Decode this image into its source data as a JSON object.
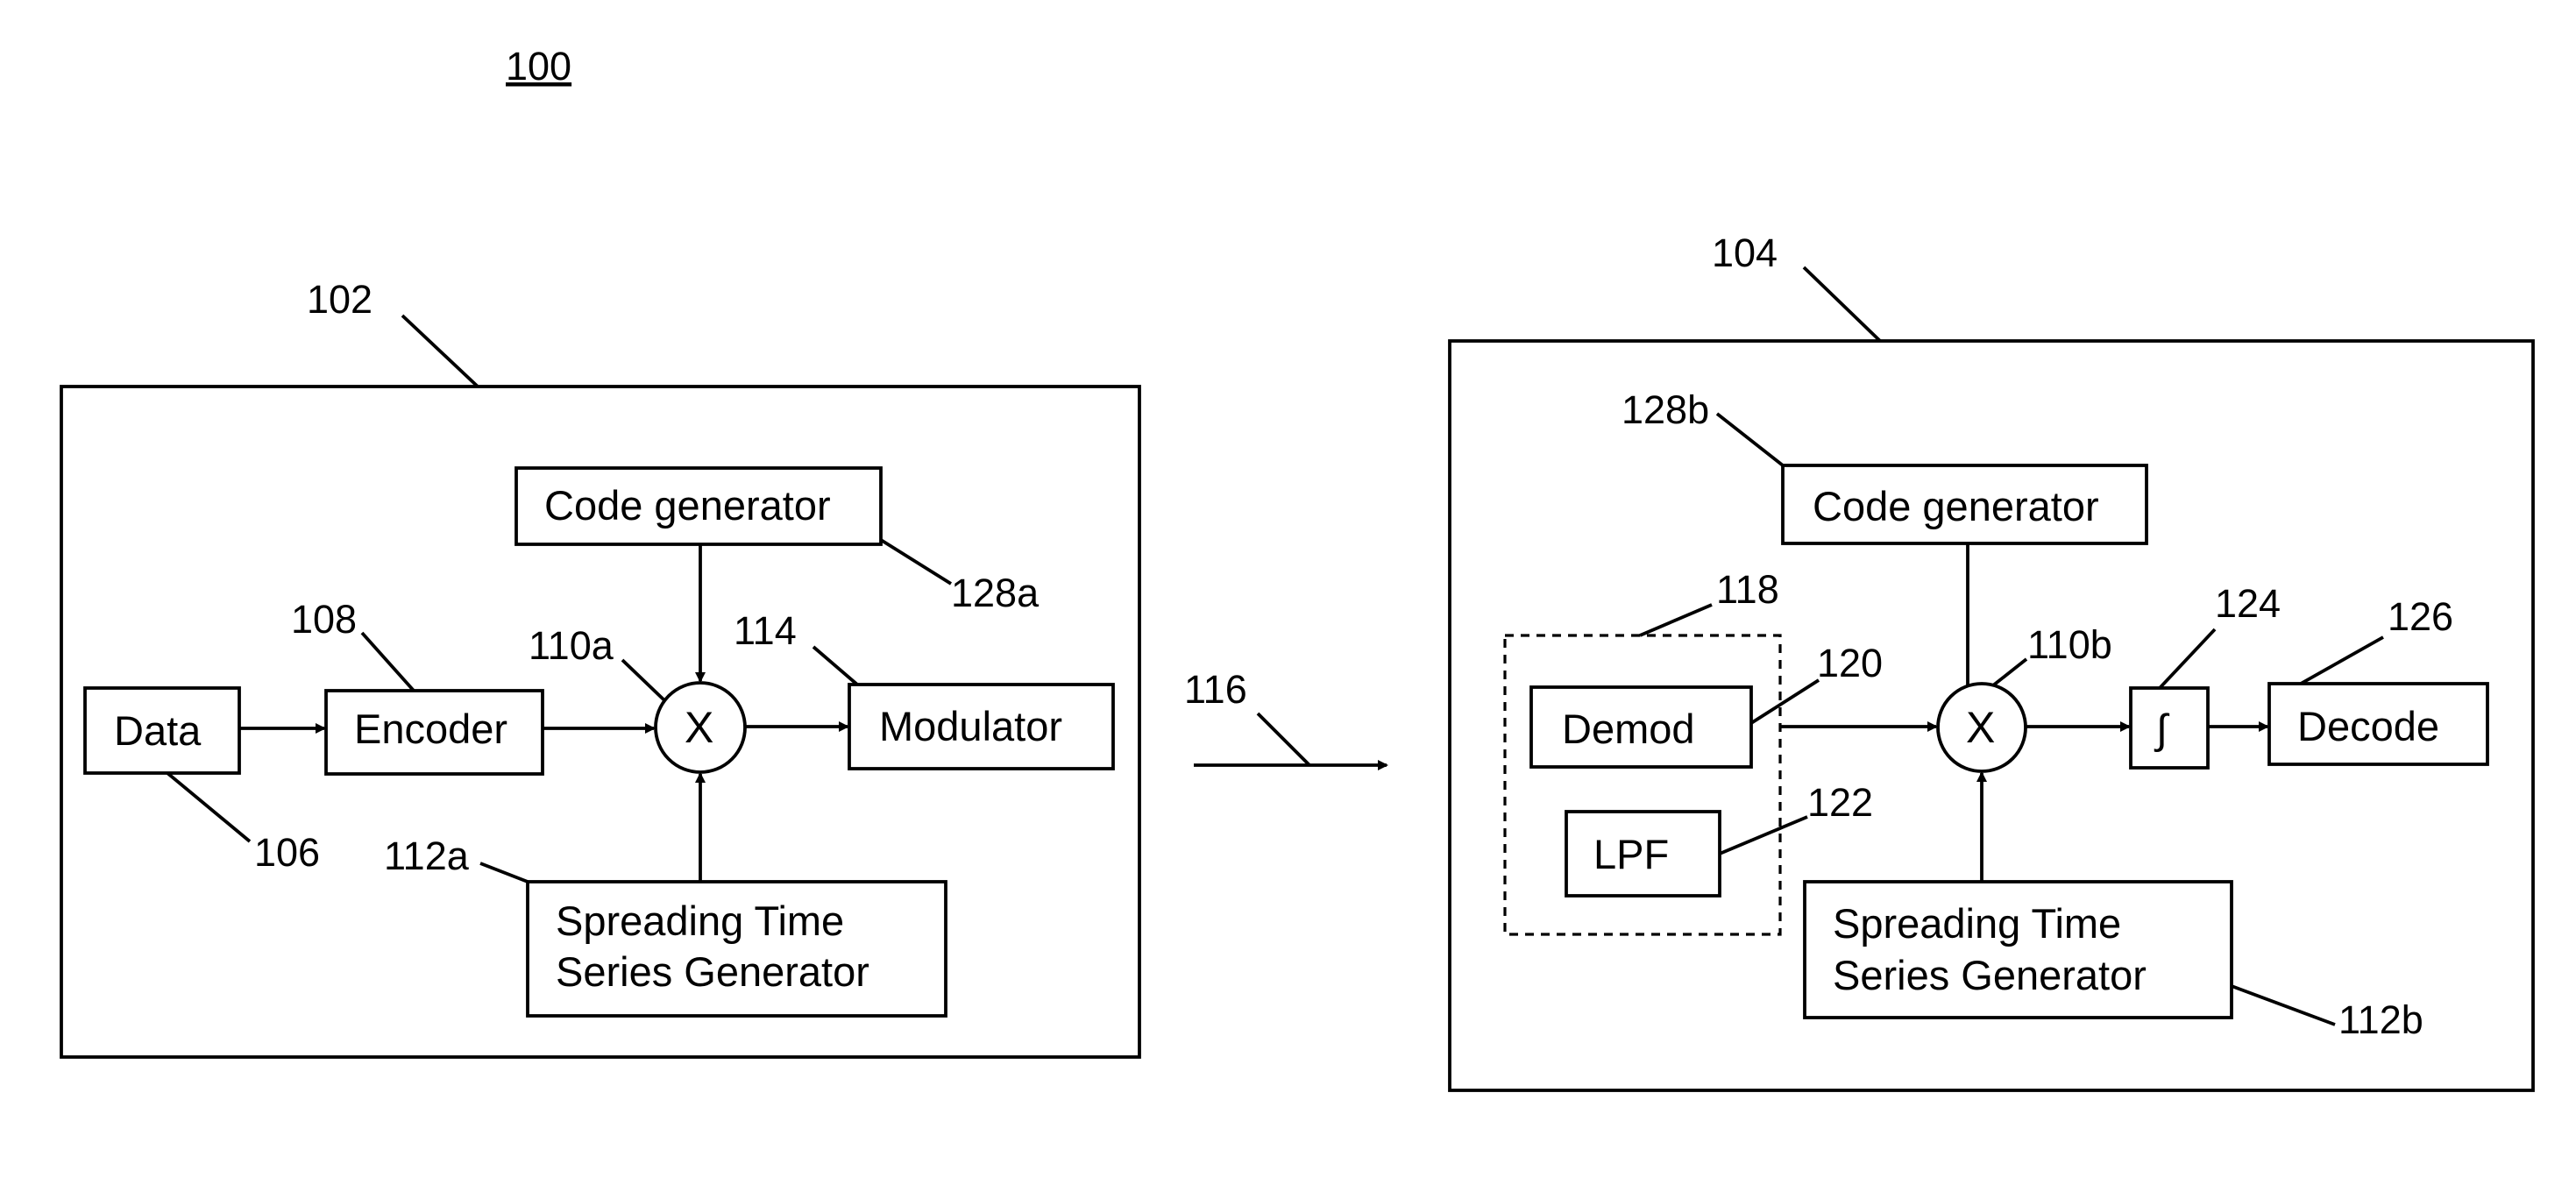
{
  "figure": {
    "ref_label": "100"
  },
  "transmitter": {
    "ref_label": "102",
    "data": {
      "label": "Data",
      "ref": "106"
    },
    "encoder": {
      "label": "Encoder",
      "ref": "108"
    },
    "multiplier": {
      "symbol": "X",
      "ref": "110a"
    },
    "modulator": {
      "label": "Modulator",
      "ref": "114"
    },
    "code_generator": {
      "label": "Code generator",
      "ref": "128a"
    },
    "spreading_generator": {
      "label_line1": "Spreading Time",
      "label_line2": "Series Generator",
      "ref": "112a"
    }
  },
  "channel": {
    "ref_label": "116"
  },
  "receiver": {
    "ref_label": "104",
    "front_end_group_ref": "118",
    "demod": {
      "label": "Demod",
      "ref": "120"
    },
    "lpf": {
      "label": "LPF",
      "ref": "122"
    },
    "multiplier": {
      "symbol": "X",
      "ref": "110b"
    },
    "integrator": {
      "symbol": "∫",
      "ref": "124"
    },
    "decode": {
      "label": "Decode",
      "ref": "126"
    },
    "code_generator": {
      "label": "Code generator",
      "ref": "128b"
    },
    "spreading_generator": {
      "label_line1": "Spreading Time",
      "label_line2": "Series Generator",
      "ref": "112b"
    }
  }
}
